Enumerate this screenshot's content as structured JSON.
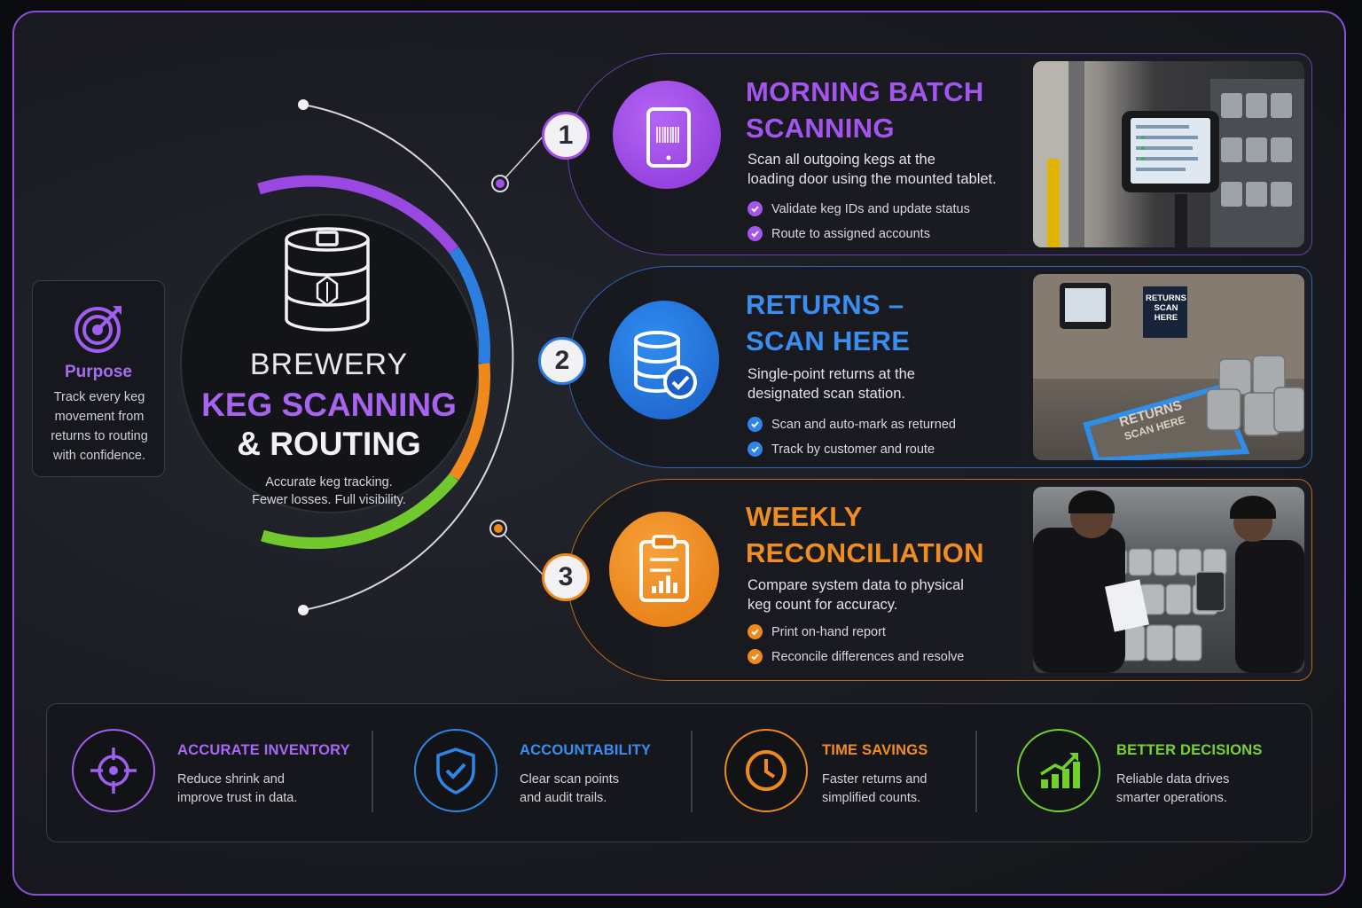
{
  "purpose": {
    "title": "Purpose",
    "text": "Track every keg movement from returns to routing with confidence."
  },
  "hub": {
    "line1": "BREWERY",
    "line2": "KEG SCANNING",
    "line3": "& ROUTING",
    "sub1": "Accurate keg tracking.",
    "sub2": "Fewer losses. Full visibility."
  },
  "steps": [
    {
      "number": "1",
      "title1": "MORNING BATCH",
      "title2": "SCANNING",
      "desc1": "Scan all outgoing kegs at the",
      "desc2": "loading door using the mounted tablet.",
      "bullets": [
        "Validate keg IDs and update status",
        "Route to assigned accounts"
      ],
      "color": "#a24fe6",
      "icon": "tablet-barcode-icon"
    },
    {
      "number": "2",
      "title1": "RETURNS –",
      "title2": "SCAN HERE",
      "desc1": "Single-point returns at the",
      "desc2": "designated scan station.",
      "bullets": [
        "Scan and auto-mark as returned",
        "Track by customer and route"
      ],
      "color": "#2d7be0",
      "icon": "database-check-icon",
      "photo_sign1": "RETURNS",
      "photo_sign2": "SCAN HERE",
      "photo_floor1": "RETURNS",
      "photo_floor2": "SCAN HERE"
    },
    {
      "number": "3",
      "title1": "WEEKLY",
      "title2": "RECONCILIATION",
      "desc1": "Compare system data to physical",
      "desc2": "keg count for accuracy.",
      "bullets": [
        "Print on-hand report",
        "Reconcile differences and resolve"
      ],
      "color": "#f0891c",
      "icon": "clipboard-chart-icon"
    }
  ],
  "benefits": [
    {
      "title": "ACCURATE INVENTORY",
      "text1": "Reduce shrink and",
      "text2": "improve trust in data.",
      "color": "#a05ff0",
      "icon": "crosshair-icon"
    },
    {
      "title": "ACCOUNTABILITY",
      "text1": "Clear scan points",
      "text2": "and audit trails.",
      "color": "#2f86e8",
      "icon": "shield-check-icon"
    },
    {
      "title": "TIME SAVINGS",
      "text1": "Faster returns and",
      "text2": "simplified counts.",
      "color": "#f0891c",
      "icon": "clock-icon"
    },
    {
      "title": "BETTER DECISIONS",
      "text1": "Reliable data drives",
      "text2": "smarter operations.",
      "color": "#6fd12a",
      "icon": "growth-chart-icon"
    }
  ]
}
